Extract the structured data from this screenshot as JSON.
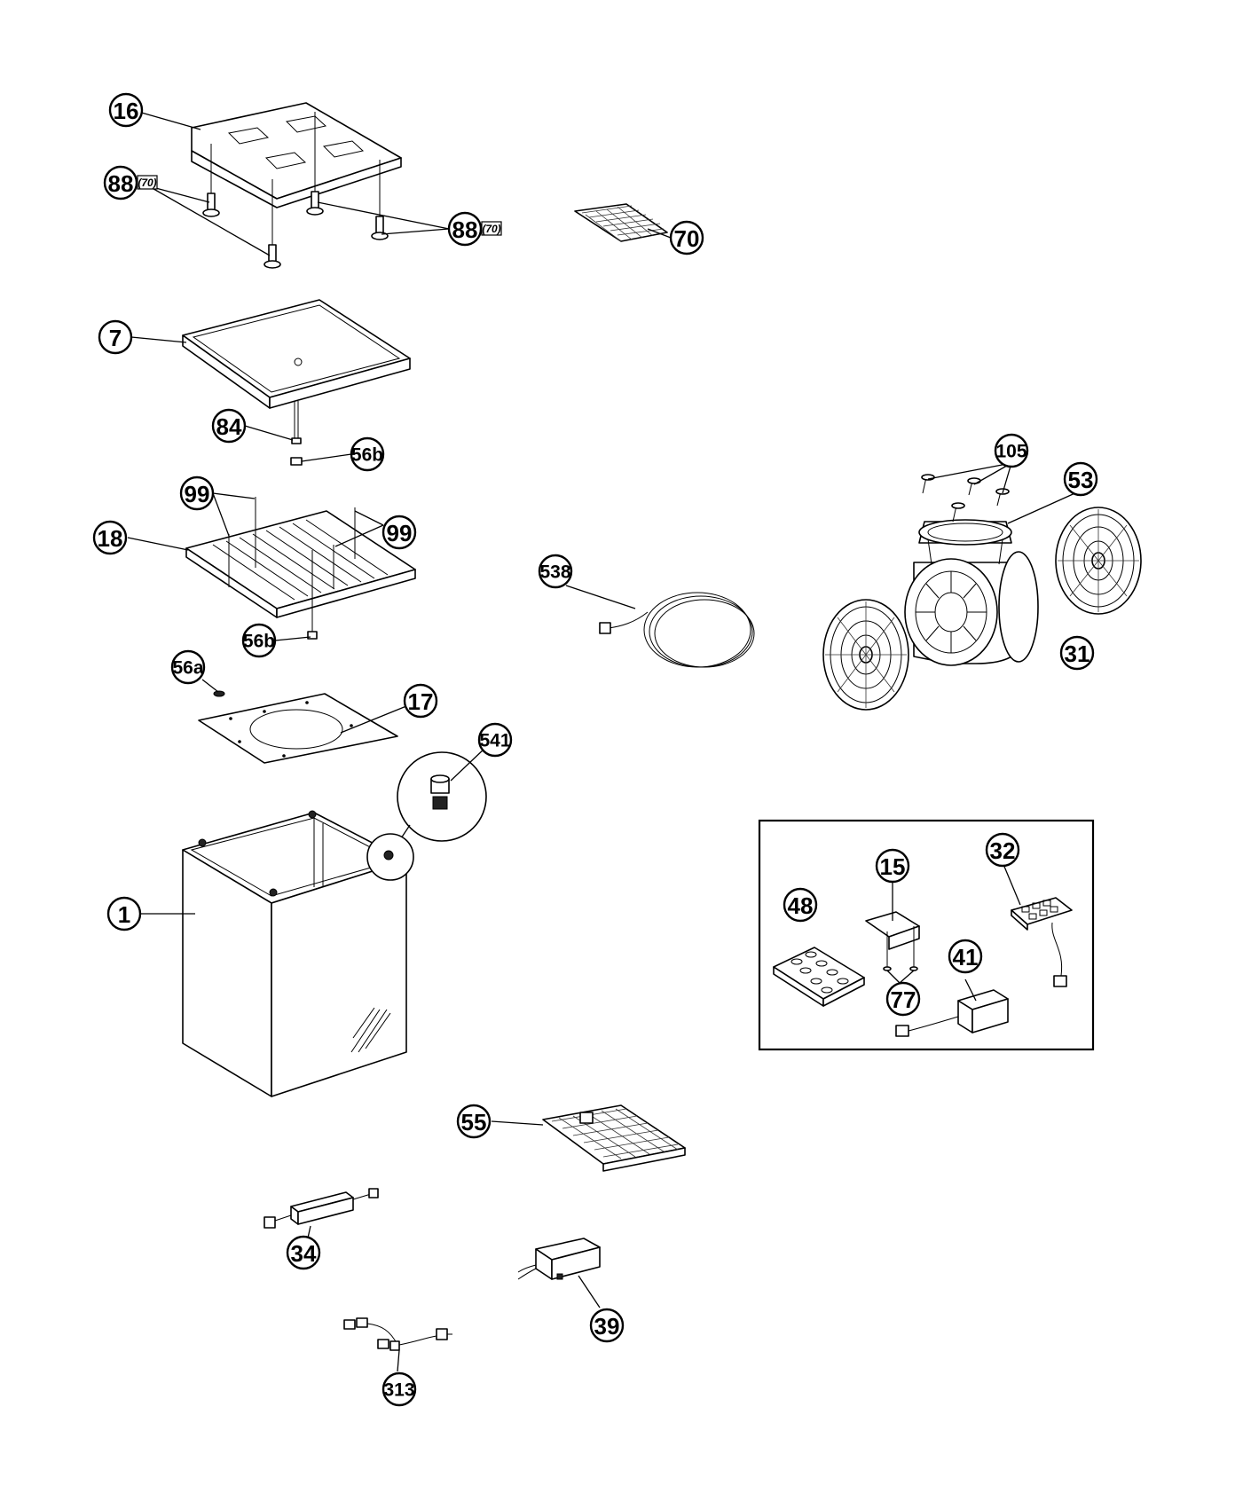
{
  "callouts": {
    "c16": "16",
    "c88a": "88",
    "c88a_tag": "(70)",
    "c88b": "88",
    "c88b_tag": "(70)",
    "c70": "70",
    "c7": "7",
    "c84": "84",
    "c56b_top": "56b",
    "c99a": "99",
    "c99b": "99",
    "c18": "18",
    "c56b_bottom": "56b",
    "c56a": "56a",
    "c17": "17",
    "c541": "541",
    "c1": "1",
    "c538": "538",
    "c105": "105",
    "c53": "53",
    "c31": "31",
    "c15": "15",
    "c32": "32",
    "c48": "48",
    "c41": "41",
    "c77": "77",
    "c55": "55",
    "c34": "34",
    "c39": "39",
    "c313": "313"
  }
}
